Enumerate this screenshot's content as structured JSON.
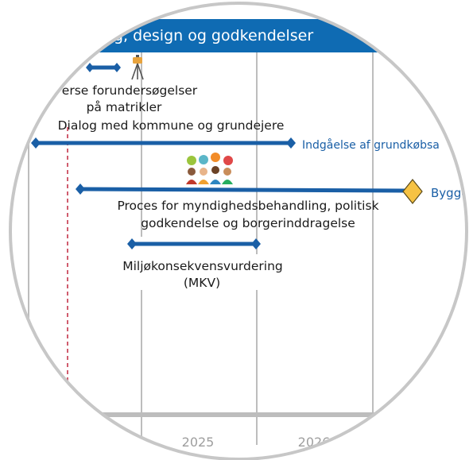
{
  "header": {
    "title": "g, design og godkendelser",
    "color": "#0f6bb3",
    "text_color": "#ffffff"
  },
  "colors": {
    "line": "#1a5fa6",
    "milestone": "#f6c243",
    "today_line": "#c4344a",
    "grid": "#bdbdbd",
    "ring": "#c7c7c7",
    "axis_label": "#9e9e9e",
    "milestone_text": "#1a5fa6"
  },
  "tasks": [
    {
      "label_lines": [
        "erse forundersøgelser",
        "på matrikler"
      ]
    },
    {
      "label_lines": [
        "Dialog med kommune og grundejere"
      ],
      "end_label": "Indgåelse af grundkøbsa"
    },
    {
      "label_lines": [
        "Proces for myndighedsbehandling, politisk",
        "godkendelse og borgerinddragelse"
      ]
    },
    {
      "label_lines": [
        "Miljøkonsekvensvurdering",
        "(MKV)"
      ]
    }
  ],
  "milestones": [
    {
      "label": "Bygge"
    }
  ],
  "icons": [
    "survey-tripod-icon",
    "people-group-icon"
  ],
  "axis": {
    "years": [
      "2025",
      "2026"
    ]
  }
}
